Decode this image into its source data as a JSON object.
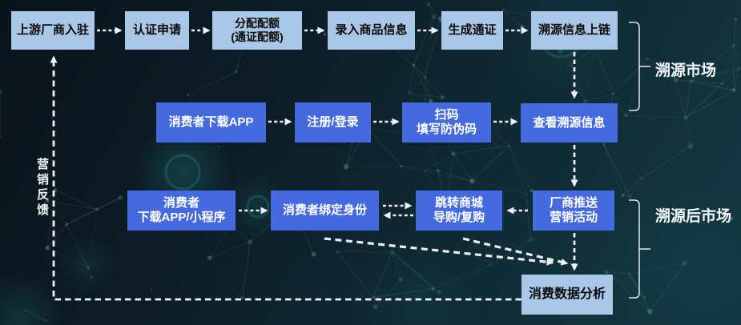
{
  "colors": {
    "box_light": "#a9c7e6",
    "box_blue": "#4569de",
    "arrow_white": "#eef2f5",
    "text_dark": "#0b0b0c",
    "text_light": "#ffffff",
    "background_teal": "#11303a"
  },
  "flow": {
    "row1": [
      {
        "label": "上游厂商入驻"
      },
      {
        "label": "认证申请"
      },
      {
        "label": "分配配额\n(通证配额)"
      },
      {
        "label": "录入商品信息"
      },
      {
        "label": "生成通证"
      },
      {
        "label": "溯源信息上链"
      }
    ],
    "row2": [
      {
        "label": "消费者下载APP"
      },
      {
        "label": "注册/登录"
      },
      {
        "label": "扫码\n填写防伪码"
      },
      {
        "label": "查看溯源信息"
      }
    ],
    "row3": [
      {
        "label": "消费者\n下载APP/小程序"
      },
      {
        "label": "消费者绑定身份"
      },
      {
        "label": "跳转商城\n导购/复购"
      },
      {
        "label": "厂商推送\n营销活动"
      }
    ],
    "bottom": {
      "label": "消费数据分析"
    }
  },
  "brackets": {
    "market": "溯源市场",
    "aftermarket": "溯源后市场"
  },
  "side_label": "营销反馈"
}
